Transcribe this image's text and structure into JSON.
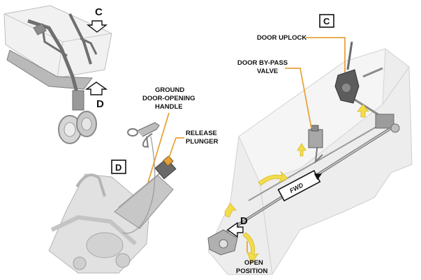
{
  "overview": {
    "marker_c": "C",
    "marker_d": "D"
  },
  "view_c": {
    "box_label": "C",
    "door_uplock": "DOOR UPLOCK",
    "bypass_line1": "DOOR BY-PASS",
    "bypass_line2": "VALVE",
    "fwd": "FWD",
    "marker_d": "D",
    "open_line1": "OPEN",
    "open_line2": "POSITION"
  },
  "view_d": {
    "box_label": "D",
    "handle_line1": "GROUND",
    "handle_line2": "DOOR-OPENING",
    "handle_line3": "HANDLE",
    "plunger_line1": "RELEASE",
    "plunger_line2": "PLUNGER"
  },
  "colors": {
    "leader_line": "#e8a33a",
    "motion_arrow": "#f2dc4a",
    "structure_grey": "#9a9a9a",
    "ghost_grey": "#d9d9d9"
  }
}
